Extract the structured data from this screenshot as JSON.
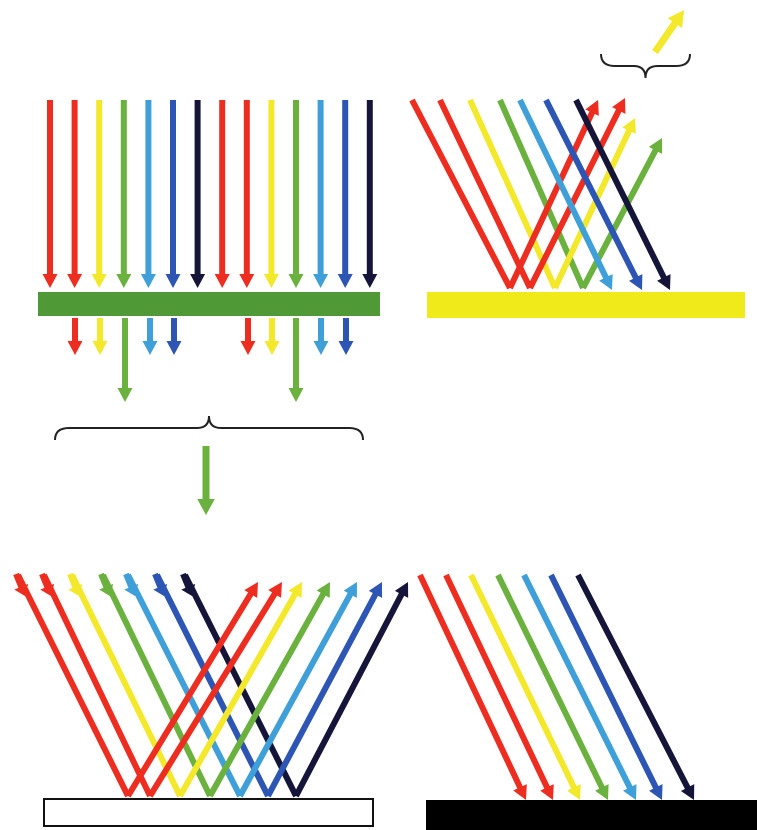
{
  "colors": {
    "red": "#ec2d20",
    "yellow": "#f3e82a",
    "green": "#6ab13d",
    "lightblue": "#3fa0d9",
    "blue": "#2c55b4",
    "black": "#15153a",
    "filter_green": "#4f9a36",
    "surface_yellow": "#f1ea1b",
    "surface_white": "#ffffff",
    "surface_black": "#000000",
    "brace": "#222222"
  },
  "panels": [
    {
      "id": "green-filter",
      "object": "filter",
      "object_color": "filter_green",
      "incident_colors": [
        "red",
        "red",
        "yellow",
        "green",
        "lightblue",
        "blue",
        "black",
        "red",
        "red",
        "yellow",
        "green",
        "lightblue",
        "blue",
        "black"
      ],
      "transmitted_colors": [
        "red",
        "yellow",
        "green",
        "lightblue",
        "blue",
        "red",
        "yellow",
        "green",
        "lightblue",
        "blue"
      ],
      "highlighted_transmitted": "green",
      "perceived_color": "green"
    },
    {
      "id": "yellow-surface",
      "object": "surface",
      "object_color": "surface_yellow",
      "incident_colors": [
        "red",
        "red",
        "yellow",
        "green",
        "lightblue",
        "blue",
        "black"
      ],
      "reflected_colors": [
        "red",
        "red",
        "yellow",
        "green"
      ],
      "absorbed_colors": [
        "lightblue",
        "blue",
        "black"
      ],
      "perceived_color": "yellow"
    },
    {
      "id": "white-surface",
      "object": "surface",
      "object_color": "surface_white",
      "incident_colors": [
        "red",
        "red",
        "yellow",
        "green",
        "lightblue",
        "blue",
        "black"
      ],
      "reflected_colors": [
        "red",
        "red",
        "yellow",
        "green",
        "lightblue",
        "blue",
        "black"
      ]
    },
    {
      "id": "black-surface",
      "object": "surface",
      "object_color": "surface_black",
      "incident_colors": [
        "red",
        "red",
        "yellow",
        "green",
        "lightblue",
        "blue",
        "black"
      ],
      "reflected_colors": []
    }
  ]
}
